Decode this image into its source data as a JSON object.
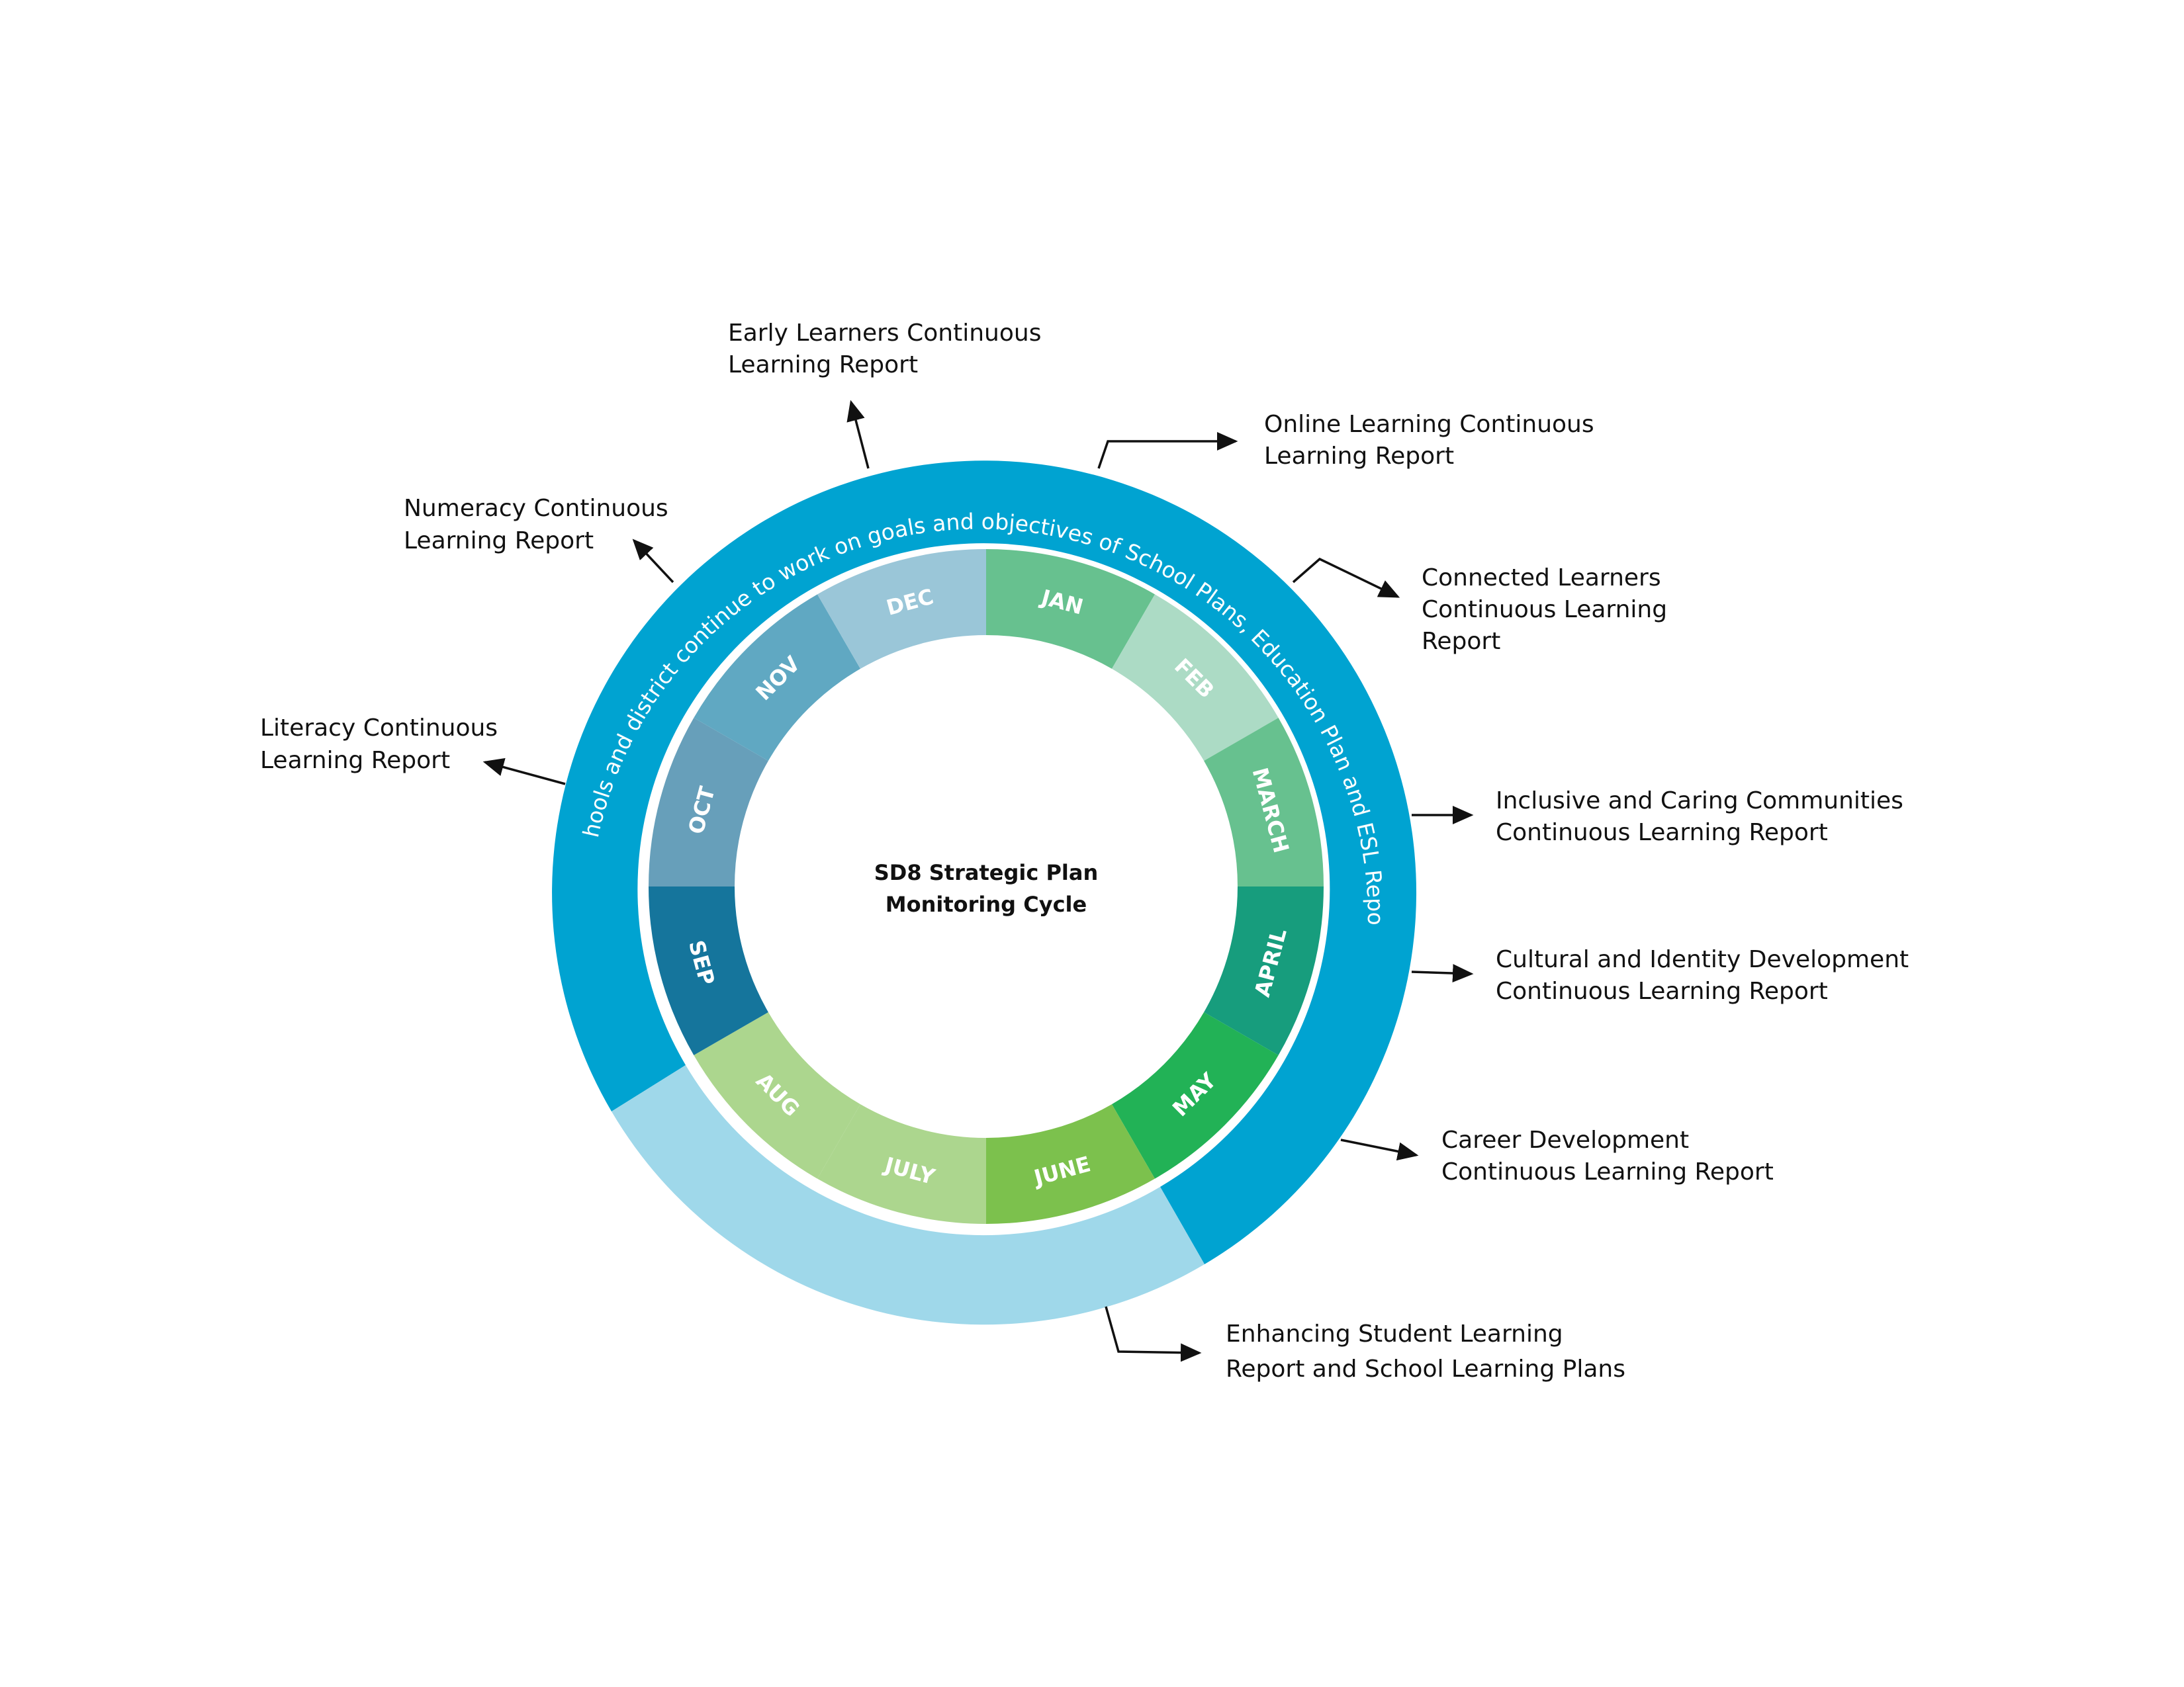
{
  "center": {
    "title_line1": "SD8 Strategic Plan",
    "title_line2": "Monitoring Cycle"
  },
  "outer_ring": {
    "arc_text": "Schools and district continue to work on goals and objectives of School Plans, Education Plan and ESL  Report.",
    "color_main": "#00a3d1",
    "color_summer": "#9fd8ea"
  },
  "months": [
    {
      "label": "JAN",
      "color": "#67c18f"
    },
    {
      "label": "FEB",
      "color": "#acdbc5"
    },
    {
      "label": "MARCH",
      "color": "#67c18f"
    },
    {
      "label": "APRIL",
      "color": "#179d7d"
    },
    {
      "label": "MAY",
      "color": "#22b256"
    },
    {
      "label": "JUNE",
      "color": "#7cc14d"
    },
    {
      "label": "JULY",
      "color": "#acd68e"
    },
    {
      "label": "AUG",
      "color": "#acd68e"
    },
    {
      "label": "SEP",
      "color": "#15759c"
    },
    {
      "label": "OCT",
      "color": "#679fba"
    },
    {
      "label": "NOV",
      "color": "#60a8c2"
    },
    {
      "label": "DEC",
      "color": "#9ac6d8"
    }
  ],
  "callouts": [
    {
      "id": "early-learners",
      "lines": [
        "Early Learners Continuous",
        "Learning  Report"
      ]
    },
    {
      "id": "online-learning",
      "lines": [
        "Online Learning Continuous",
        "Learning Report"
      ]
    },
    {
      "id": "connected-learners",
      "lines": [
        "Connected Learners",
        "Continuous Learning",
        "Report"
      ]
    },
    {
      "id": "inclusive-caring",
      "lines": [
        "Inclusive and Caring Communities",
        "Continuous Learning Report"
      ]
    },
    {
      "id": "cultural-identity",
      "lines": [
        "Cultural and Identity Development",
        "Continuous Learning Report"
      ]
    },
    {
      "id": "career-development",
      "lines": [
        "Career Development",
        "Continuous Learning Report"
      ]
    },
    {
      "id": "enhancing-student",
      "lines": [
        "Enhancing Student Learning",
        "Report and School Learning Plans"
      ]
    },
    {
      "id": "numeracy",
      "lines": [
        "Numeracy Continuous",
        "Learning Report"
      ]
    },
    {
      "id": "literacy",
      "lines": [
        "Literacy Continuous",
        "Learning Report"
      ]
    }
  ]
}
